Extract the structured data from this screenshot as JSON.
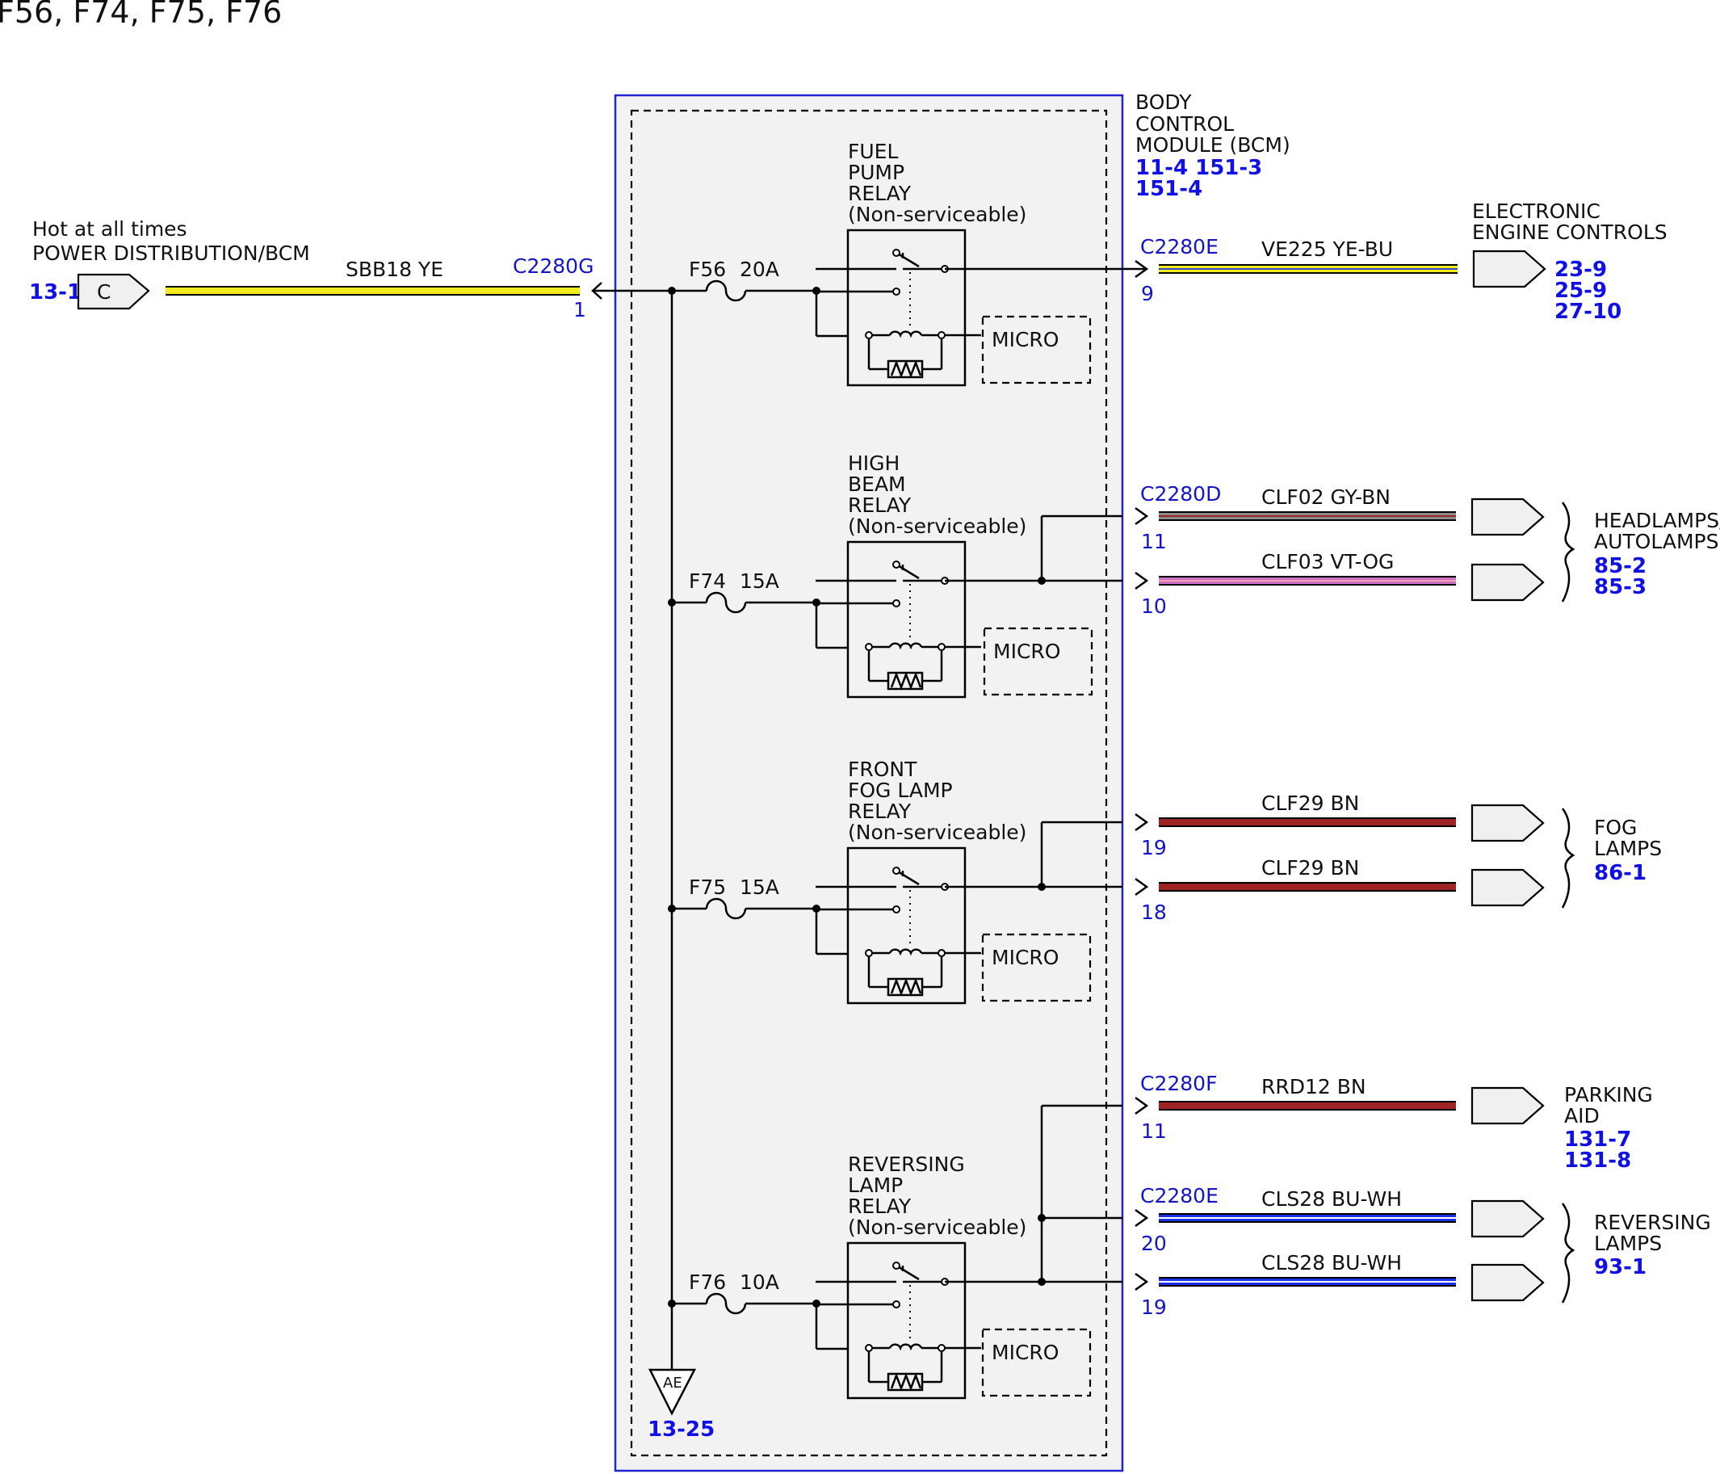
{
  "title": "F56, F74, F75, F76",
  "colors": {
    "module_border": "#2424d0",
    "module_fill": "#f2f2f2",
    "ref_link": "#1010e6",
    "connector_label": "#1515c8",
    "wire_ye": "#f2ec1c",
    "wire_bu": "#1c2ee8",
    "wire_gy": "#8a8a8a",
    "wire_bn": "#9e2424",
    "wire_vt": "#d070c4",
    "wire_og": "#f0a0b0",
    "wire_wh": "#ffffff"
  },
  "source": {
    "note": "Hot at all times",
    "name": "POWER DISTRIBUTION/BCM",
    "ref": "13-1",
    "connector_letter": "C",
    "wire": "SBB18  YE",
    "connector": "C2280G",
    "pin": "1"
  },
  "module": {
    "name_lines": [
      "BODY",
      "CONTROL",
      "MODULE (BCM)"
    ],
    "refs_line1": "11-4  151-3",
    "refs_line2": "151-4",
    "ground_label": "AE",
    "ground_ref": "13-25",
    "micro_label": "MICRO"
  },
  "fuses": [
    {
      "fuse": "F56",
      "rating": "20A",
      "relay": [
        "FUEL",
        "PUMP",
        "RELAY",
        "(Non-serviceable)"
      ]
    },
    {
      "fuse": "F74",
      "rating": "15A",
      "relay": [
        "HIGH",
        "BEAM",
        "RELAY",
        "(Non-serviceable)"
      ]
    },
    {
      "fuse": "F75",
      "rating": "15A",
      "relay": [
        "FRONT",
        "FOG LAMP",
        "RELAY",
        "(Non-serviceable)"
      ]
    },
    {
      "fuse": "F76",
      "rating": "10A",
      "relay": [
        "REVERSING",
        "LAMP",
        "RELAY",
        "(Non-serviceable)"
      ]
    }
  ],
  "outputs": [
    {
      "connector": "C2280E",
      "pin": "9",
      "circuit": "VE225  YE-BU"
    },
    {
      "connector": "C2280D",
      "pin": "11",
      "circuit": "CLF02  GY-BN"
    },
    {
      "connector": "",
      "pin": "10",
      "circuit": "CLF03  VT-OG"
    },
    {
      "connector": "",
      "pin": "19",
      "circuit": "CLF29  BN"
    },
    {
      "connector": "",
      "pin": "18",
      "circuit": "CLF29  BN"
    },
    {
      "connector": "C2280F",
      "pin": "11",
      "circuit": "RRD12  BN"
    },
    {
      "connector": "C2280E",
      "pin": "20",
      "circuit": "CLS28  BU-WH"
    },
    {
      "connector": "",
      "pin": "19",
      "circuit": "CLS28  BU-WH"
    }
  ],
  "destinations": [
    {
      "lines": [
        "ELECTRONIC",
        "ENGINE CONTROLS"
      ],
      "refs": [
        "23-9",
        "25-9",
        "27-10"
      ]
    },
    {
      "lines": [
        "HEADLAMPS/",
        "AUTOLAMPS"
      ],
      "refs": [
        "85-2",
        "85-3"
      ]
    },
    {
      "lines": [
        "FOG",
        "LAMPS"
      ],
      "refs": [
        "86-1"
      ]
    },
    {
      "lines": [
        "PARKING",
        "AID"
      ],
      "refs": [
        "131-7",
        "131-8"
      ]
    },
    {
      "lines": [
        "REVERSING",
        "LAMPS"
      ],
      "refs": [
        "93-1"
      ]
    }
  ]
}
